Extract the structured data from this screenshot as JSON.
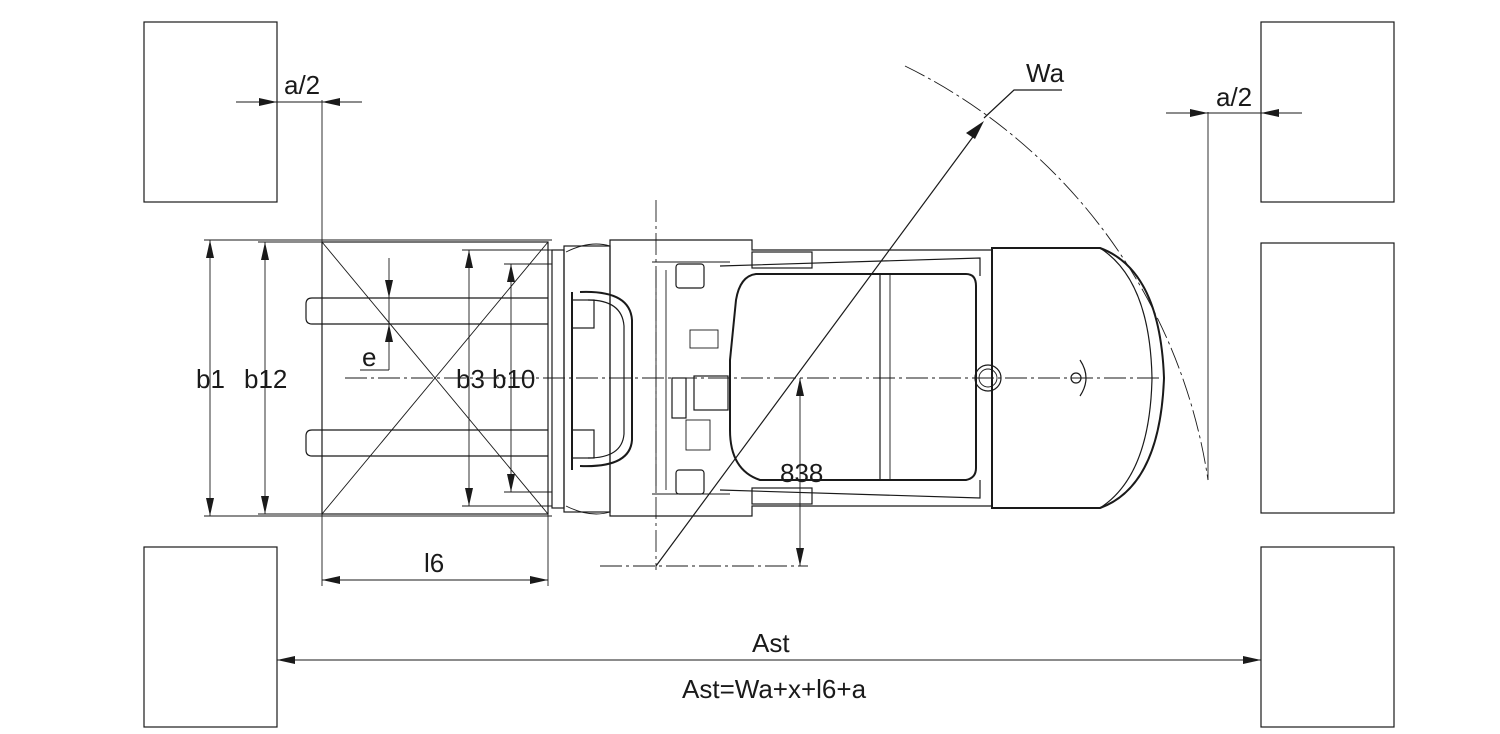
{
  "labels": {
    "a_half_left": "a/2",
    "a_half_right": "a/2",
    "wa": "Wa",
    "b1": "b1",
    "b12": "b12",
    "b3": "b3",
    "b10": "b10",
    "e": "e",
    "l6": "l6",
    "x_value": "838",
    "ast": "Ast",
    "formula": "Ast=Wa+x+l6+a"
  },
  "colors": {
    "line": "#1a1a1a",
    "background": "#ffffff"
  },
  "icons": [
    "pallet-stack",
    "forklift-top-view"
  ]
}
